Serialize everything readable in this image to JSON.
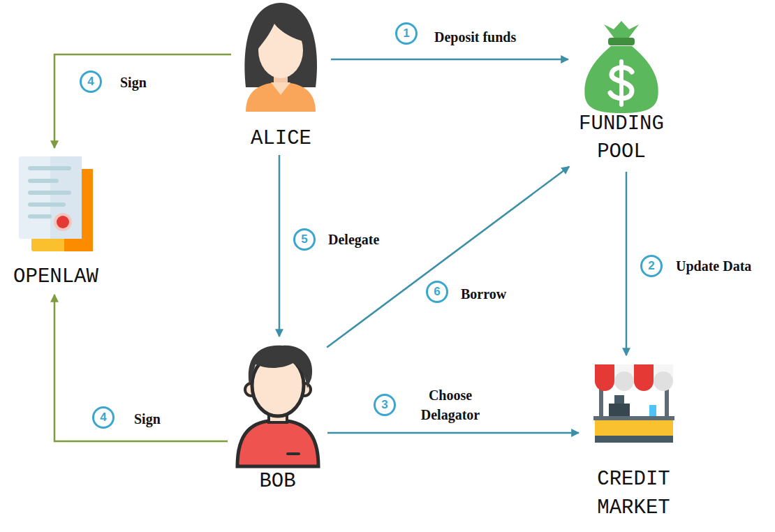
{
  "diagram": {
    "nodes": [
      {
        "text": [
          "ALICE"
        ]
      },
      {
        "text": [
          "FUNDING POOL"
        ]
      },
      {
        "text": [
          "OPENLAW"
        ]
      },
      {
        "text": [
          "BOB"
        ]
      },
      {
        "text": [
          "CREDIT MARKET"
        ]
      }
    ],
    "edges": [
      {
        "from": 0,
        "to": 1,
        "label": "Deposit funds",
        "arrow": "to"
      },
      {
        "from": 1,
        "to": 4,
        "label": "Update Data",
        "arrow": "to"
      },
      {
        "from": 3,
        "to": 4,
        "label": "Choose Delagator",
        "arrow": "to"
      },
      {
        "from": 0,
        "to": 2,
        "label": "Sign",
        "arrow": "to"
      },
      {
        "from": 3,
        "to": 2,
        "label": "Sign",
        "arrow": "to"
      },
      {
        "from": 0,
        "to": 3,
        "label": "Delegate",
        "arrow": "to"
      },
      {
        "from": 3,
        "to": 1,
        "label": "Borrow",
        "arrow": "to"
      }
    ],
    "labels": [
      "1",
      "2",
      "3",
      "4",
      "4",
      "5",
      "6"
    ]
  }
}
